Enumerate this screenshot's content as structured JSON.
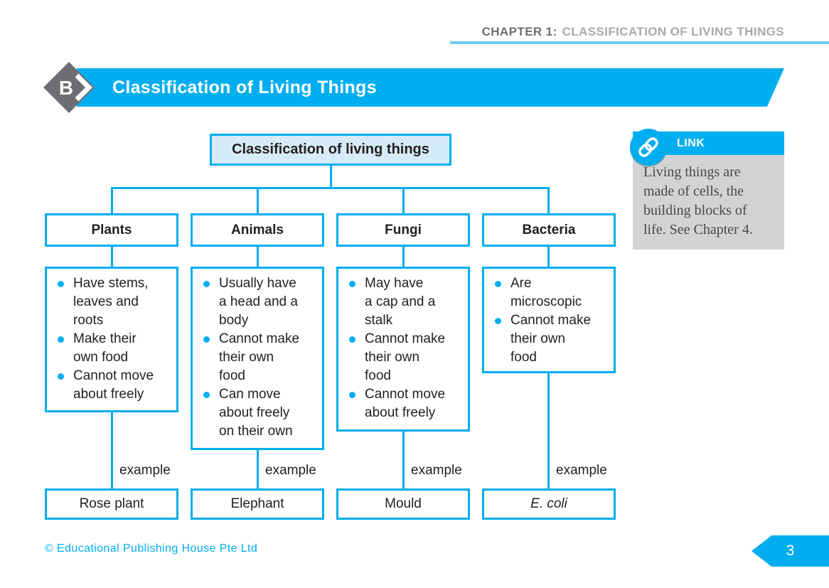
{
  "colors": {
    "accent_cyan": "#00AEEF",
    "header_underline_cyan": "#6DCFF6",
    "root_box_fill": "#D6EBF8",
    "badge_gray": "#6D6E71",
    "chapter_title_gray": "#A7A9AC",
    "link_body_gray": "#D1D3D4",
    "text_dark": "#231F20"
  },
  "chapter_header": {
    "prefix": "CHAPTER 1:",
    "title": "CLASSIFICATION OF LIVING THINGS"
  },
  "section_banner": {
    "badge_letter": "B",
    "title": "Classification of Living Things"
  },
  "diagram": {
    "root_label": "Classification of living things",
    "branches": [
      {
        "name": "Plants",
        "traits": [
          "Have stems,\nleaves and\nroots",
          "Make their\nown food",
          "Cannot move\nabout freely"
        ],
        "example_label": "example",
        "example": "Rose plant"
      },
      {
        "name": "Animals",
        "traits": [
          "Usually have\na head and a\nbody",
          "Cannot make\ntheir own\nfood",
          "Can move\nabout freely\non their own"
        ],
        "example_label": "example",
        "example": "Elephant"
      },
      {
        "name": "Fungi",
        "traits": [
          "May have\na cap and a\nstalk",
          "Cannot make\ntheir own\nfood",
          "Cannot move\nabout freely"
        ],
        "example_label": "example",
        "example": "Mould"
      },
      {
        "name": "Bacteria",
        "traits": [
          "Are\nmicroscopic",
          "Cannot make\ntheir own\nfood"
        ],
        "example_label": "example",
        "example": "E. coli"
      }
    ]
  },
  "link_box": {
    "icon": "chain-link-icon",
    "title": "LINK",
    "text": "Living things are\nmade of cells, the\nbuilding blocks of\nlife. See Chapter 4."
  },
  "footer": {
    "copyright": "© Educational Publishing House Pte Ltd",
    "page_number": "3"
  }
}
